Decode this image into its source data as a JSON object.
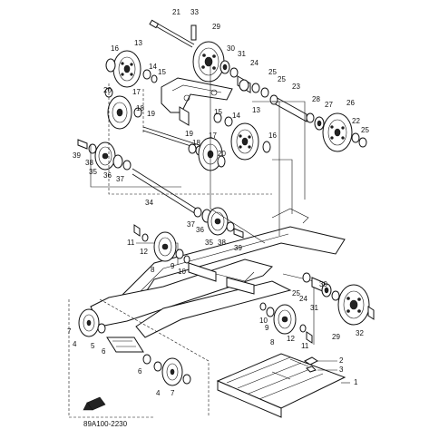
{
  "diagram": {
    "code": "89A100-2230",
    "labels": {
      "p21": "21",
      "p33": "33",
      "p29a": "29",
      "p16a": "16",
      "p13a": "13",
      "p30a": "30",
      "p31a": "31",
      "p24": "24",
      "p14a": "14",
      "p15a": "15",
      "p25a": "25",
      "p25b": "25",
      "p20a": "20",
      "p17a": "17",
      "p23": "23",
      "p28": "28",
      "p27": "27",
      "p26": "26",
      "p18a": "18",
      "p19a": "19",
      "p15b": "15",
      "p14b": "14",
      "p13b": "13",
      "p22": "22",
      "p25c": "25",
      "p19b": "19",
      "p17b": "17",
      "p16b": "16",
      "p39a": "39",
      "p38a": "38",
      "p18b": "18",
      "p20b": "20",
      "p35a": "35",
      "p36a": "36",
      "p37a": "37",
      "p34": "34",
      "p37b": "37",
      "p36b": "36",
      "p35b": "35",
      "p38b": "38",
      "p39b": "39",
      "p11a": "11",
      "p12a": "12",
      "p9a": "9",
      "p8a": "8",
      "p10a": "10",
      "p25d": "25",
      "p30b": "30",
      "p24b": "24",
      "p31b": "31",
      "p10b": "10",
      "p9b": "9",
      "p8b": "8",
      "p12b": "12",
      "p11b": "11",
      "p29b": "29",
      "p32": "32",
      "p7a": "7",
      "p4a": "4",
      "p5": "5",
      "p6a": "6",
      "p6b": "6",
      "p4b": "4",
      "p7b": "7",
      "p2": "2",
      "p3": "3",
      "p1": "1"
    }
  }
}
